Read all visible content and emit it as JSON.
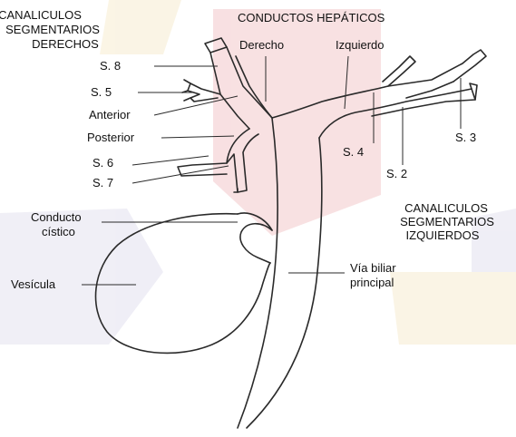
{
  "header": {
    "right_title": "CONDUCTOS HEPÁTICOS",
    "left_group": [
      "CANALICULOS",
      "SEGMENTARIOS",
      "DERECHOS"
    ],
    "right_group": [
      "CANALICULOS",
      "SEGMENTARIOS",
      "IZQUIERDOS"
    ]
  },
  "labels": {
    "derecho": "Derecho",
    "izquierdo": "Izquierdo",
    "s8": "S. 8",
    "s5": "S. 5",
    "anterior": "Anterior",
    "posterior": "Posterior",
    "s6": "S. 6",
    "s7": "S. 7",
    "s4": "S. 4",
    "s3": "S. 3",
    "s2": "S. 2",
    "conducto": "Conducto",
    "cistico": "cístico",
    "vesicula": "Vesícula",
    "via_biliar": "Vía biliar",
    "principal": "principal"
  },
  "colors": {
    "background_shapes": [
      "#f7dfe0",
      "#e9e7f3",
      "#f8f2df"
    ],
    "outline": "#2a2a2a"
  }
}
